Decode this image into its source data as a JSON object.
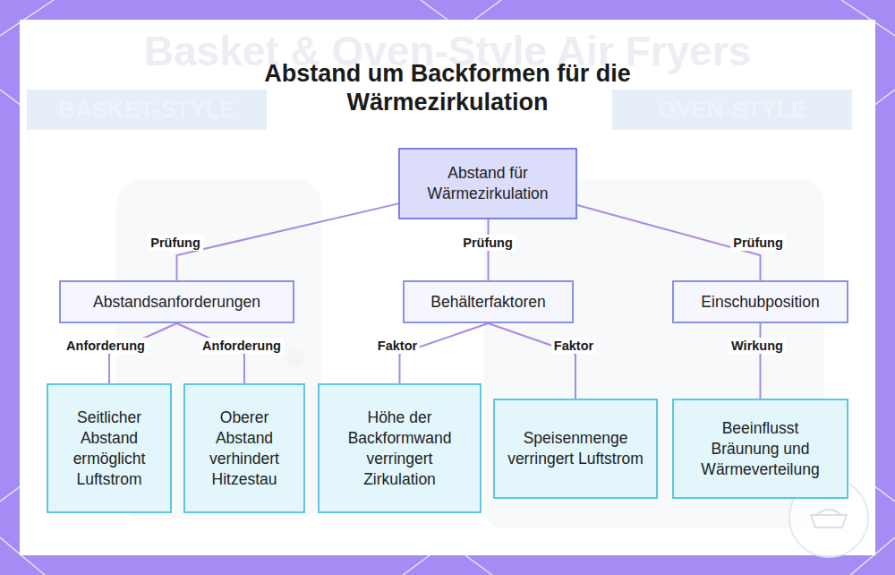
{
  "diagram": {
    "title": "Abstand um Backformen für die Wärmezirkulation",
    "nodes": [
      {
        "text": [
          "Abstand für Wärmezirkulation"
        ]
      },
      {
        "text": [
          "Abstandsanforderungen"
        ]
      },
      {
        "text": [
          "Behälterfaktoren"
        ]
      },
      {
        "text": [
          "Einschubposition"
        ]
      },
      {
        "text": [
          "Seitlicher Abstand ermöglicht Luftstrom"
        ]
      },
      {
        "text": [
          "Oberer Abstand verhindert Hitzestau"
        ]
      },
      {
        "text": [
          "Höhe der Backformwand verringert Zirkulation"
        ]
      },
      {
        "text": [
          "Speisenmenge verringert Luftstrom"
        ]
      },
      {
        "text": [
          "Beeinflusst Bräunung und Wärmeverteilung"
        ]
      }
    ],
    "edges": [
      {
        "from": 0,
        "to": 1,
        "label": "Prüfung",
        "arrow": "none"
      },
      {
        "from": 0,
        "to": 2,
        "label": "Prüfung",
        "arrow": "none"
      },
      {
        "from": 0,
        "to": 3,
        "label": "Prüfung",
        "arrow": "none"
      },
      {
        "from": 1,
        "to": 4,
        "label": "Anforderung",
        "arrow": "none"
      },
      {
        "from": 1,
        "to": 5,
        "label": "Anforderung",
        "arrow": "none"
      },
      {
        "from": 2,
        "to": 6,
        "label": "Faktor",
        "arrow": "none"
      },
      {
        "from": 2,
        "to": 7,
        "label": "Faktor",
        "arrow": "none"
      },
      {
        "from": 3,
        "to": 8,
        "label": "Wirkung",
        "arrow": "none"
      }
    ],
    "labels": [
      "Basket & Oven-Style Air Fryers",
      "BASKET-STYLE",
      "OVEN-STYLE"
    ]
  }
}
